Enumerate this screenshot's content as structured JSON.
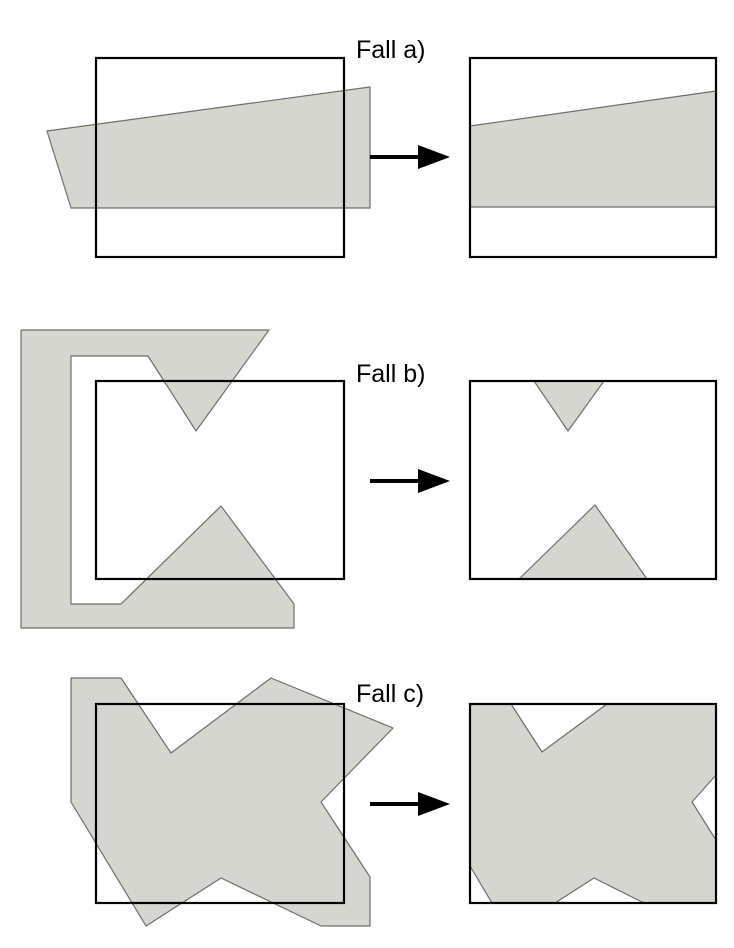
{
  "cases": [
    {
      "id": "a",
      "label": "Fall a)"
    },
    {
      "id": "b",
      "label": "Fall b)"
    },
    {
      "id": "c",
      "label": "Fall c)"
    }
  ],
  "colors": {
    "polygon_fill": "#d4d6cf",
    "polygon_stroke": "#6e6e6a",
    "window_stroke": "#000000",
    "arrow": "#000000"
  }
}
